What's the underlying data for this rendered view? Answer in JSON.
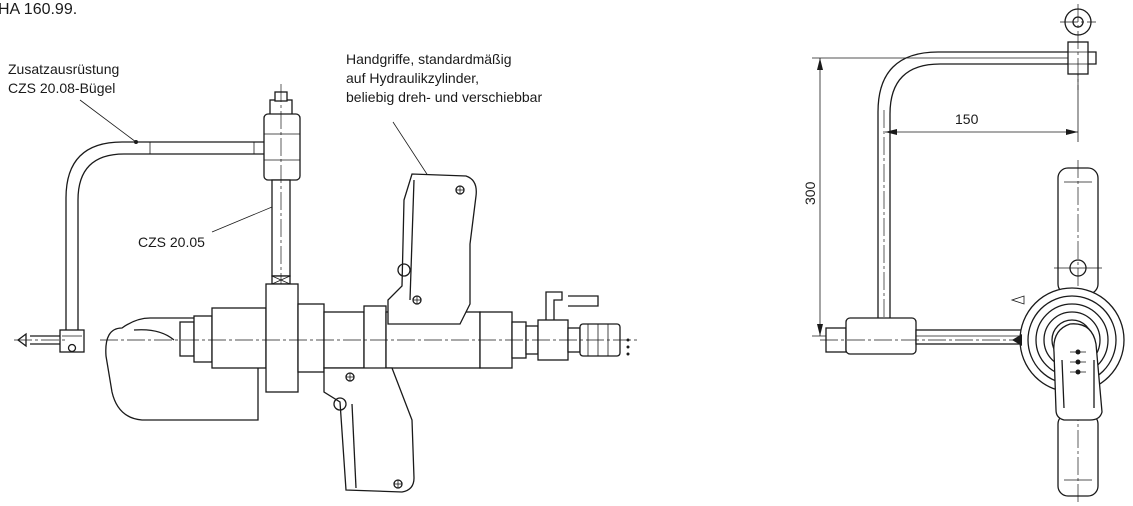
{
  "header": {
    "ref": "HA 160.99."
  },
  "callouts": {
    "zusatz_line1": "Zusatzausrüstung",
    "zusatz_line2": "CZS 20.08-Bügel",
    "handgriffe_line1": "Handgriffe, standardmäßig",
    "handgriffe_line2": "auf Hydraulikzylinder,",
    "handgriffe_line3": "beliebig dreh- und verschiebbar",
    "czs": "CZS 20.05"
  },
  "dimensions": {
    "width_value": "150",
    "height_value": "300"
  }
}
